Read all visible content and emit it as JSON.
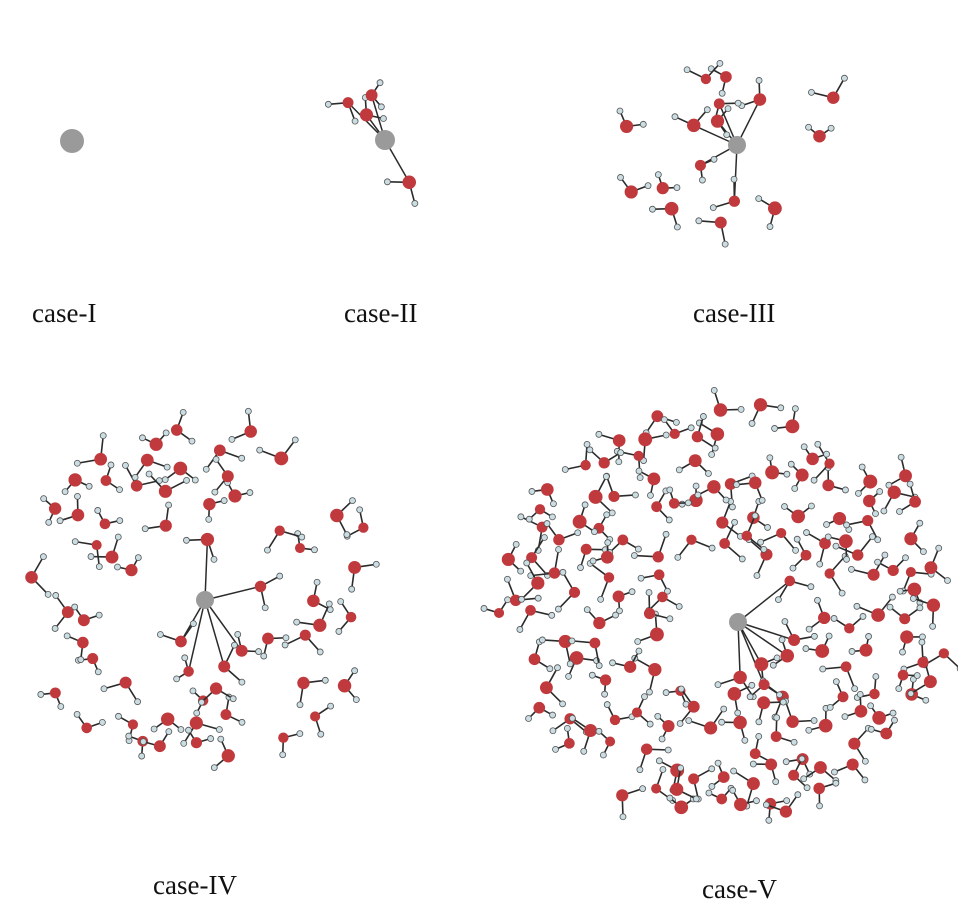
{
  "colors": {
    "ion": "#9a9a9a",
    "oxygen": "#c0393d",
    "hydrogen": "#c9dde3",
    "bond": "#2b2b2b",
    "atom_outline": "#555555"
  },
  "cases": [
    {
      "label": "case-I",
      "water_count": 0
    },
    {
      "label": "case-II",
      "water_count": 4
    },
    {
      "label": "case-III",
      "water_count": 16
    },
    {
      "label": "case-IV",
      "water_count": 60
    },
    {
      "label": "case-V",
      "water_count": 150
    }
  ]
}
